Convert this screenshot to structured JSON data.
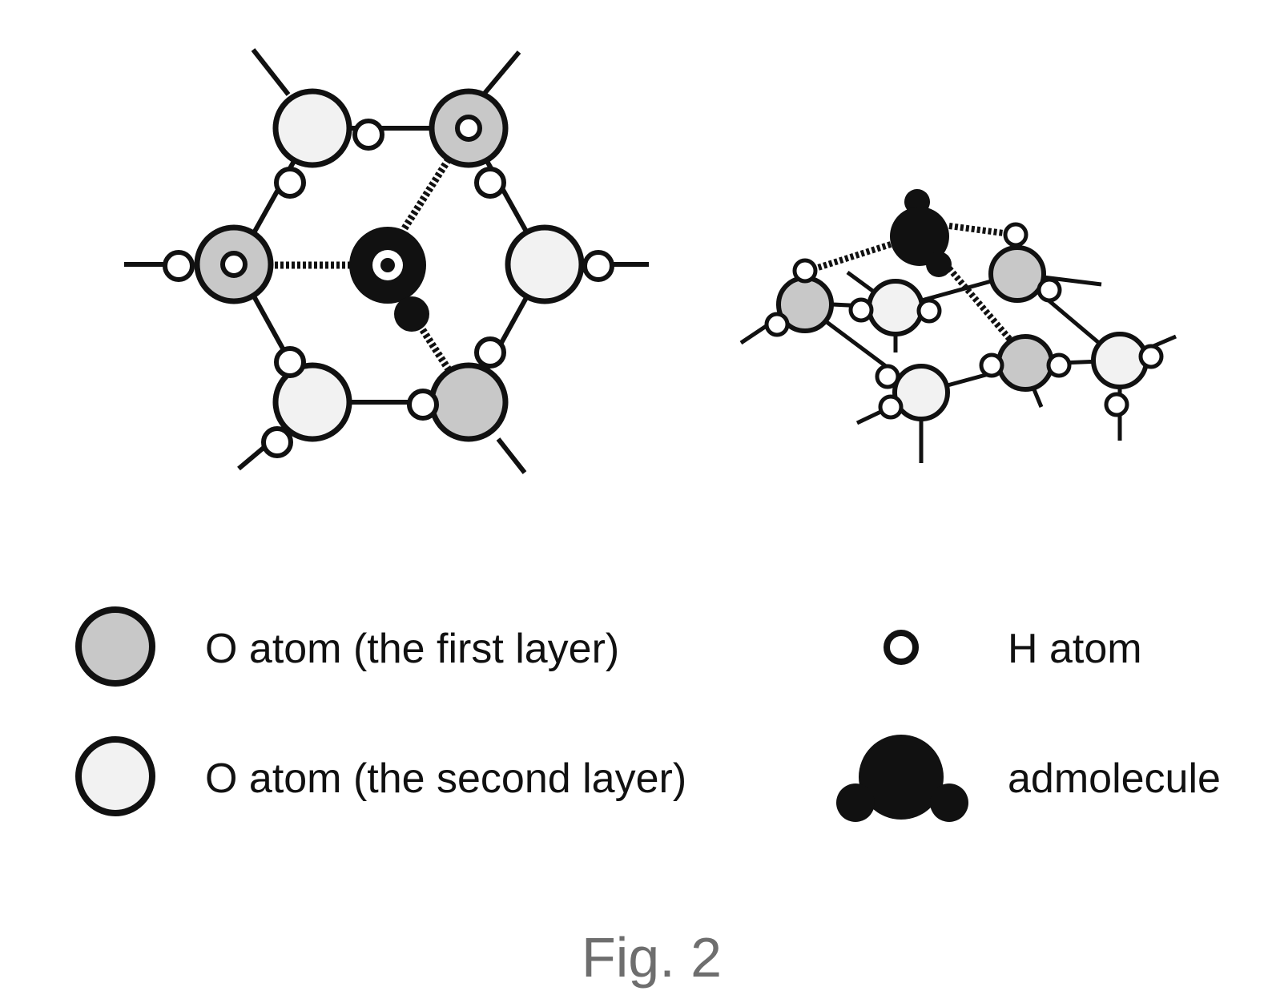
{
  "colors": {
    "o_first_layer": "#c8c8c8",
    "o_second_layer": "#f2f2f2",
    "h_atom": "#ffffff",
    "admolecule": "#111111",
    "stroke": "#111111",
    "caption": "#6e6e6e"
  },
  "diagrams": [
    {
      "view": "top",
      "icon": "hexagonal-ice-top-view"
    },
    {
      "view": "perspective",
      "icon": "hexagonal-ice-perspective-view"
    }
  ],
  "legend": {
    "o_first": {
      "label": "O atom (the first layer)",
      "icon": "o-atom-first-layer-icon"
    },
    "o_second": {
      "label": "O atom (the second layer)",
      "icon": "o-atom-second-layer-icon"
    },
    "h_atom": {
      "label": "H atom",
      "icon": "h-atom-icon"
    },
    "admolecule": {
      "label": "admolecule",
      "icon": "admolecule-icon"
    }
  },
  "caption": "Fig. 2"
}
